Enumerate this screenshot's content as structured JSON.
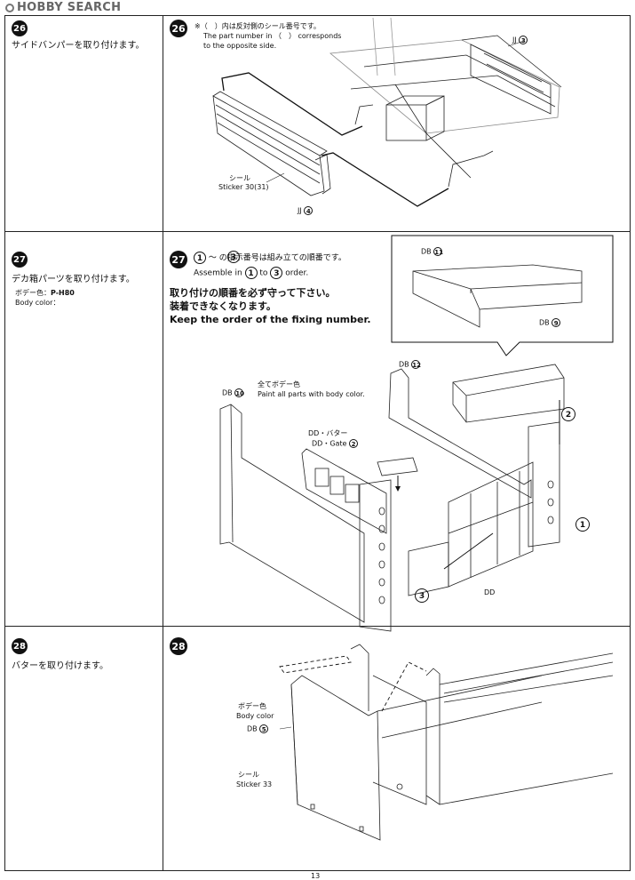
{
  "header": {
    "logo_text": "HOBBY SEARCH"
  },
  "steps": [
    {
      "number": "26",
      "left_text": "サイドバンパーを取り付けます。"
    },
    {
      "number": "27",
      "left_text": "デカ箱パーツを取り付けます。",
      "color_jp": "ボデー色：",
      "color_code": "P-H80",
      "color_en": "Body color："
    },
    {
      "number": "28",
      "left_text": "バターを取り付けます。"
    }
  ],
  "step26": {
    "note_jp": "※（　）内は反対側のシール番号です。",
    "note_en_1": "The part number in （　） corresponds",
    "note_en_2": "to the opposite side.",
    "label_jj3": "JJ",
    "label_jj3_num": "3",
    "label_sticker_jp": "シール",
    "label_sticker_en": "Sticker",
    "label_sticker_num": "30(31)",
    "label_jj4": "JJ",
    "label_jj4_num": "4"
  },
  "step27": {
    "order_jp": "～ の指示番号は組み立ての順番です。",
    "order_start": "1",
    "order_end": "3",
    "assemble_en_a": "Assemble in",
    "assemble_en_to": "to",
    "assemble_en_b": "order.",
    "warn_jp_1": "取り付けの順番を必ず守って下さい。",
    "warn_jp_2": "装着できなくなります。",
    "warn_en": "Keep the order of the fixing number.",
    "db11": "DB",
    "db11_num": "11",
    "db9": "DB",
    "db9_num": "9",
    "db12": "DB",
    "db12_num": "12",
    "db10": "DB",
    "db10_num": "10",
    "paint_jp": "全てボデー色",
    "paint_en": "Paint all parts with body color.",
    "dd_gate_jp": "DD・バター",
    "dd_gate_en": "DD・Gate",
    "dd_gate_num": "2",
    "dd": "DD",
    "order_marks": [
      "1",
      "2",
      "3"
    ]
  },
  "step28": {
    "body_color_jp": "ボデー色",
    "body_color_en": "Body color",
    "db5": "DB",
    "db5_num": "5",
    "sticker_jp": "シール",
    "sticker_en": "Sticker",
    "sticker_num": "33"
  },
  "footer": {
    "page_number": "13"
  }
}
